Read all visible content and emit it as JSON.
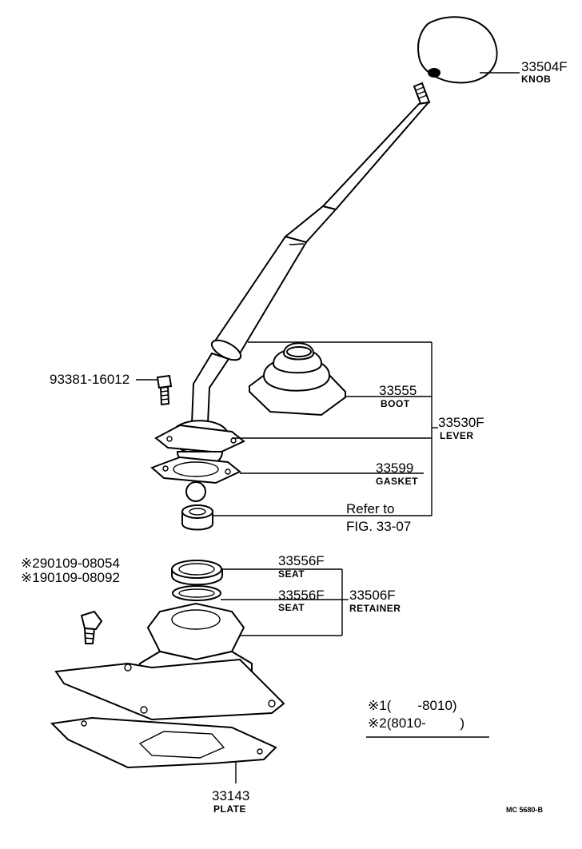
{
  "parts": [
    {
      "id": "knob",
      "number": "33504F",
      "name": "KNOB"
    },
    {
      "id": "boot",
      "number": "33555",
      "name": "BOOT"
    },
    {
      "id": "lever",
      "number": "33530F",
      "name": "LEVER"
    },
    {
      "id": "gasket",
      "number": "33599",
      "name": "GASKET"
    },
    {
      "id": "seat1",
      "number": "33556F",
      "name": "SEAT"
    },
    {
      "id": "seat2",
      "number": "33556F",
      "name": "SEAT"
    },
    {
      "id": "retainer",
      "number": "33506F",
      "name": "RETAINER"
    },
    {
      "id": "plate",
      "number": "33143",
      "name": "PLATE"
    }
  ],
  "bolt": "93381-16012",
  "refer": {
    "line1": "Refer to",
    "line2": "FIG. 33-07"
  },
  "bolt_alternates": [
    "※290109-08054",
    "※190109-08092"
  ],
  "notes": {
    "note1": "※1(       -8010)",
    "note2": "※2(8010-         )"
  },
  "drawing_code": "MC 5680-B"
}
